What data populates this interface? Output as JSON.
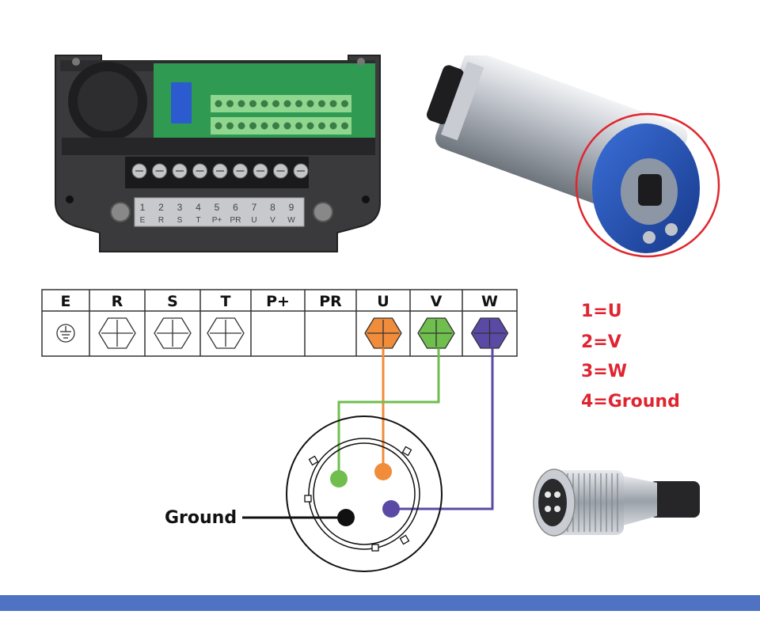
{
  "terminal_table": {
    "headers": [
      "E",
      "R",
      "S",
      "T",
      "P+",
      "PR",
      "U",
      "V",
      "W"
    ]
  },
  "board": {
    "terminal_numbers": [
      "1",
      "2",
      "3",
      "4",
      "5",
      "6",
      "7",
      "8",
      "9"
    ],
    "terminal_labels": [
      "E",
      "R",
      "S",
      "T",
      "P+",
      "PR",
      "U",
      "V",
      "W"
    ]
  },
  "legend": {
    "items": [
      "1=U",
      "2=V",
      "3=W",
      "4=Ground"
    ]
  },
  "connector": {
    "ground_label": "Ground"
  },
  "colors": {
    "u_wire": "#f08c3a",
    "v_wire": "#6fbe4e",
    "w_wire": "#5a4aa6",
    "ground": "#111111",
    "legend": "#e02430",
    "bottom_bar": "#4f72c3",
    "highlight_circle": "#e0262e",
    "spindle_cap": "#1f4fb4"
  },
  "icons": [
    "earth-ground-icon",
    "hex-terminal-icon",
    "aviation-plug-photo",
    "spindle-photo",
    "inverter-board-photo"
  ]
}
